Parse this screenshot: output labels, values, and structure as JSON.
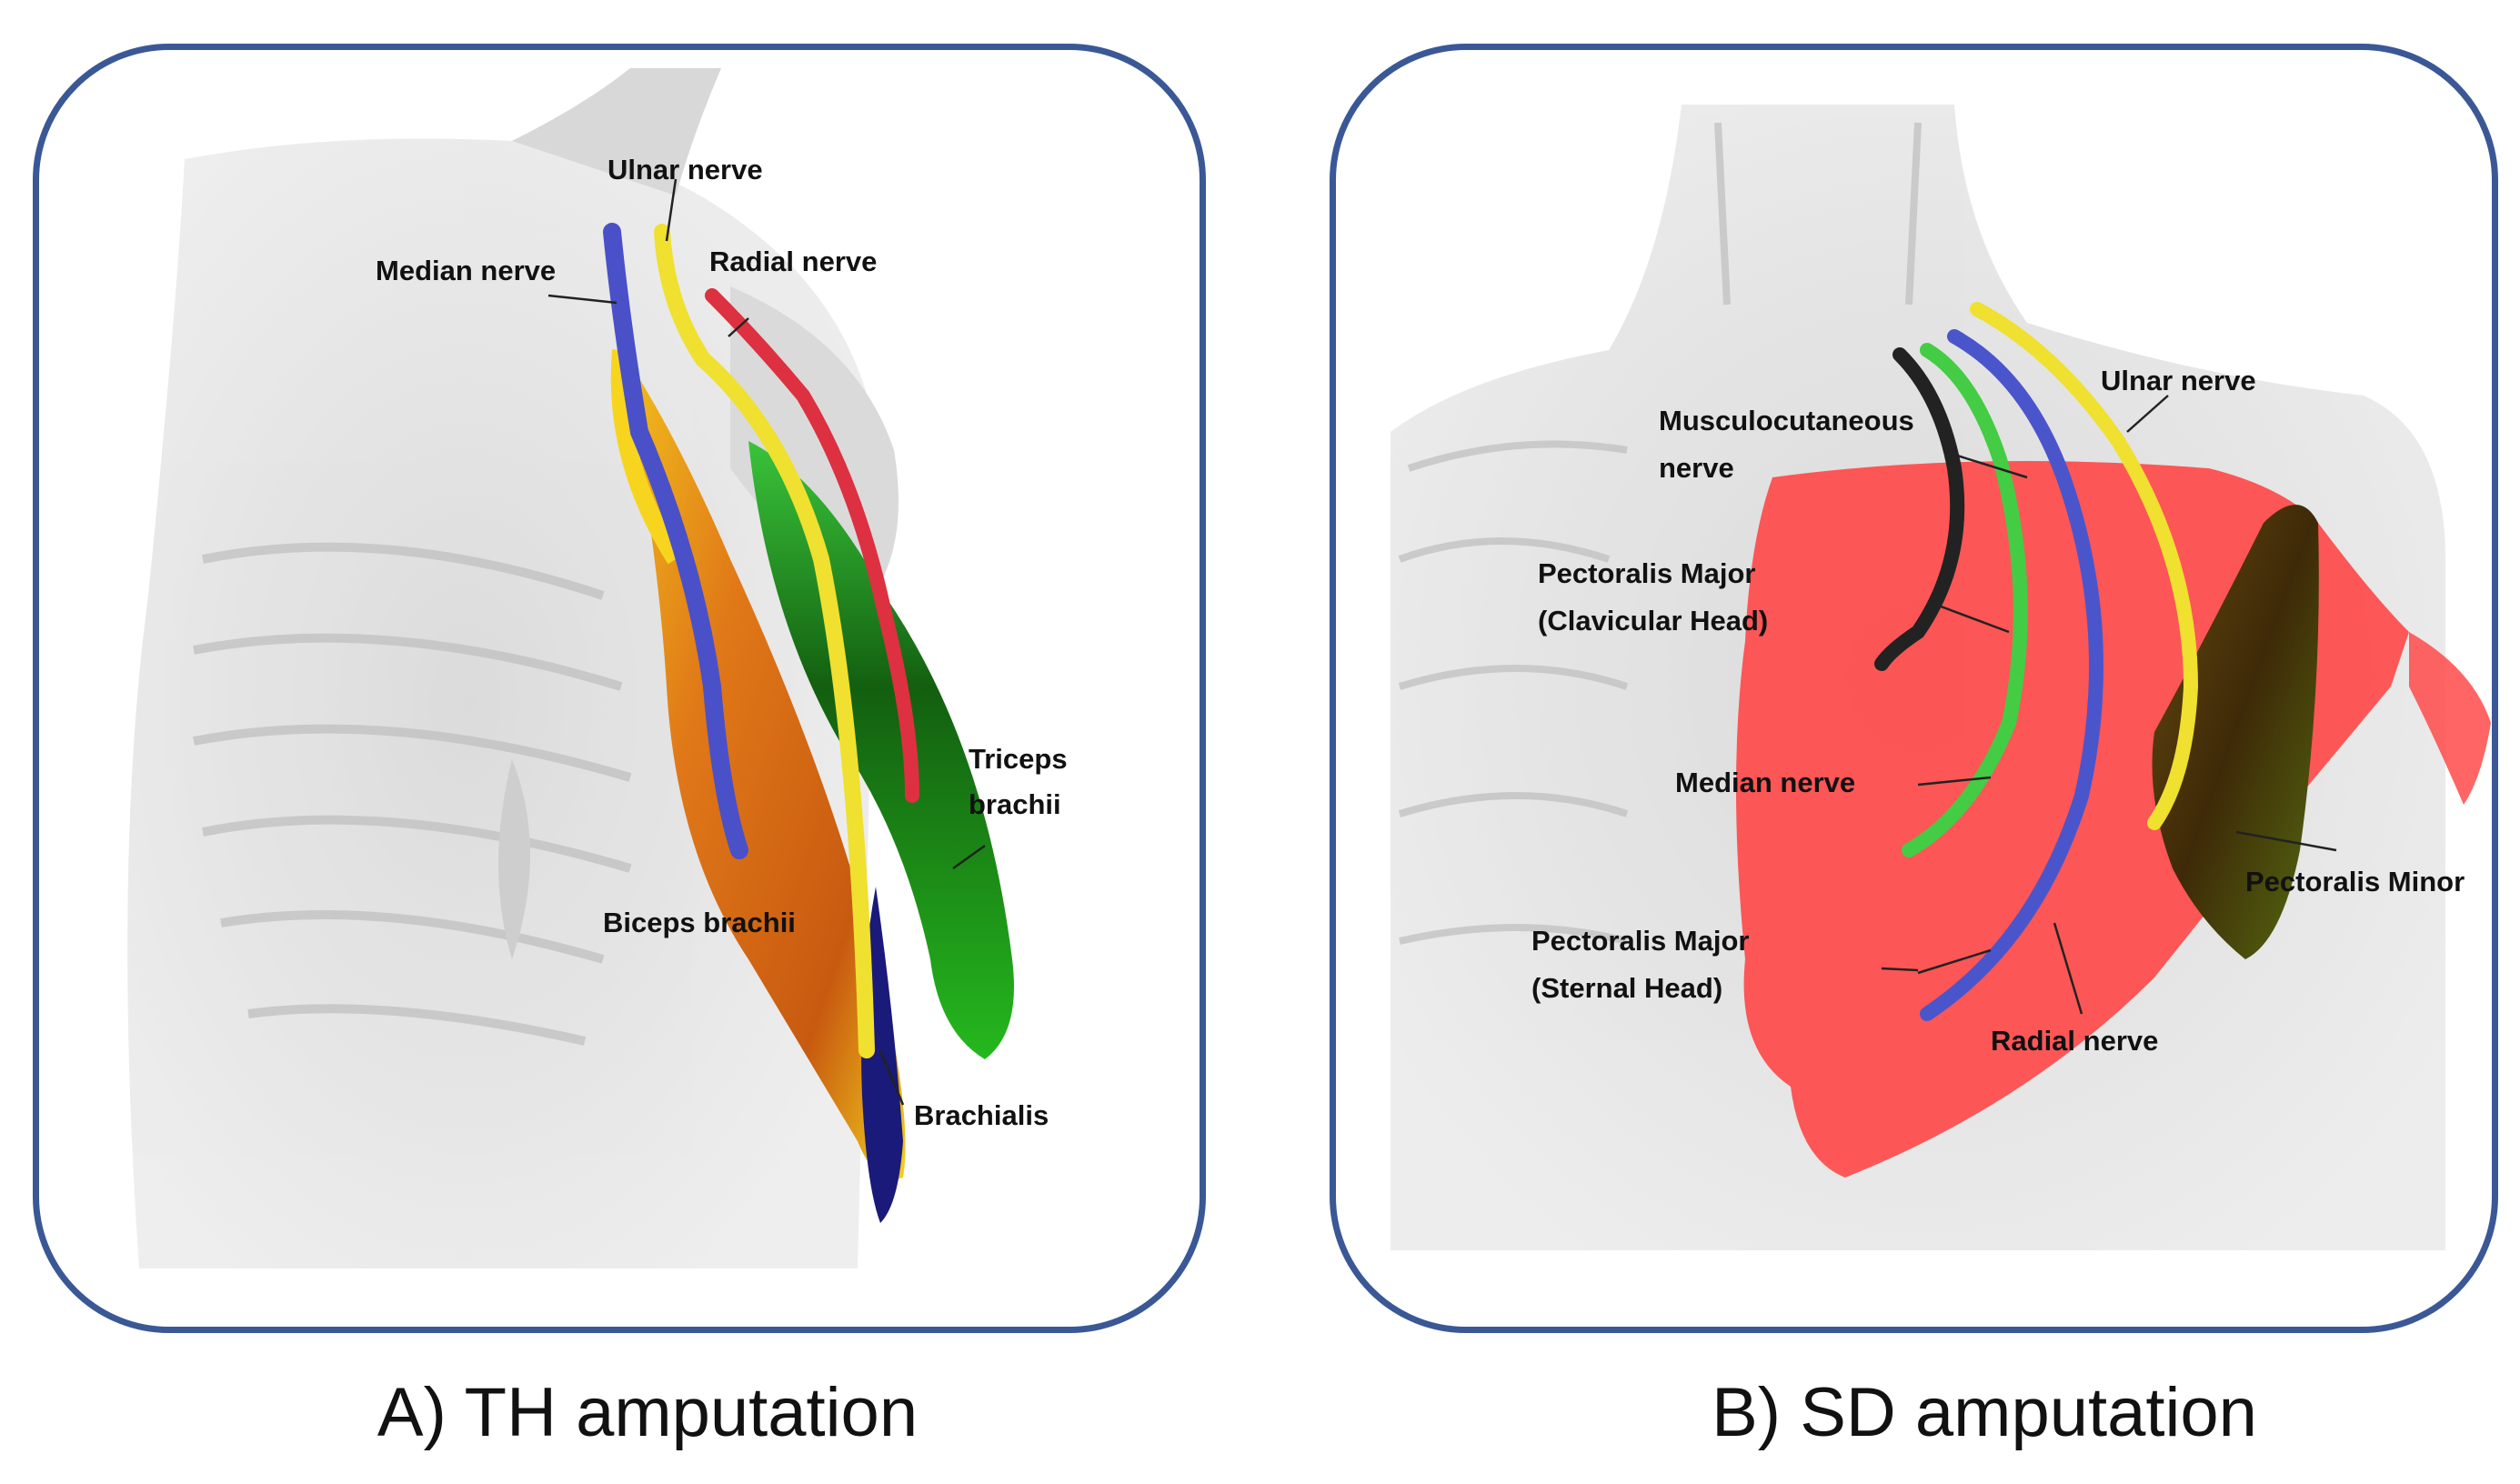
{
  "panel_a": {
    "caption": "A) TH amputation",
    "labels": {
      "median_nerve": "Median nerve",
      "ulnar_nerve": "Ulnar nerve",
      "radial_nerve": "Radial nerve",
      "triceps_line1": "Triceps",
      "triceps_line2": "brachii",
      "biceps": "Biceps brachii",
      "brachialis": "Brachialis"
    }
  },
  "panel_b": {
    "caption": "B) SD amputation",
    "labels": {
      "ulnar_nerve": "Ulnar nerve",
      "musculo_line1": "Musculocutaneous",
      "musculo_line2": "nerve",
      "pec_major_clav_line1": "Pectoralis Major",
      "pec_major_clav_line2": "(Clavicular Head)",
      "median_nerve": "Median nerve",
      "pec_minor": "Pectoralis Minor",
      "pec_major_stern_line1": "Pectoralis Major",
      "pec_major_stern_line2": "(Sternal Head)",
      "radial_nerve": "Radial nerve"
    }
  },
  "colors": {
    "frame": "#3a5896",
    "median_nerve_a": "#4a50c8",
    "ulnar_nerve": "#f0e030",
    "radial_nerve_a": "#dd3040",
    "biceps": "#d8701a",
    "triceps": "#1f7a14",
    "pectoralis_major": "#ff4a4a",
    "pectoralis_minor": "#4a3a10",
    "musculocutaneous_nerve": "#222222",
    "median_nerve_b": "#44cc44",
    "radial_nerve_b": "#4a55cc"
  }
}
